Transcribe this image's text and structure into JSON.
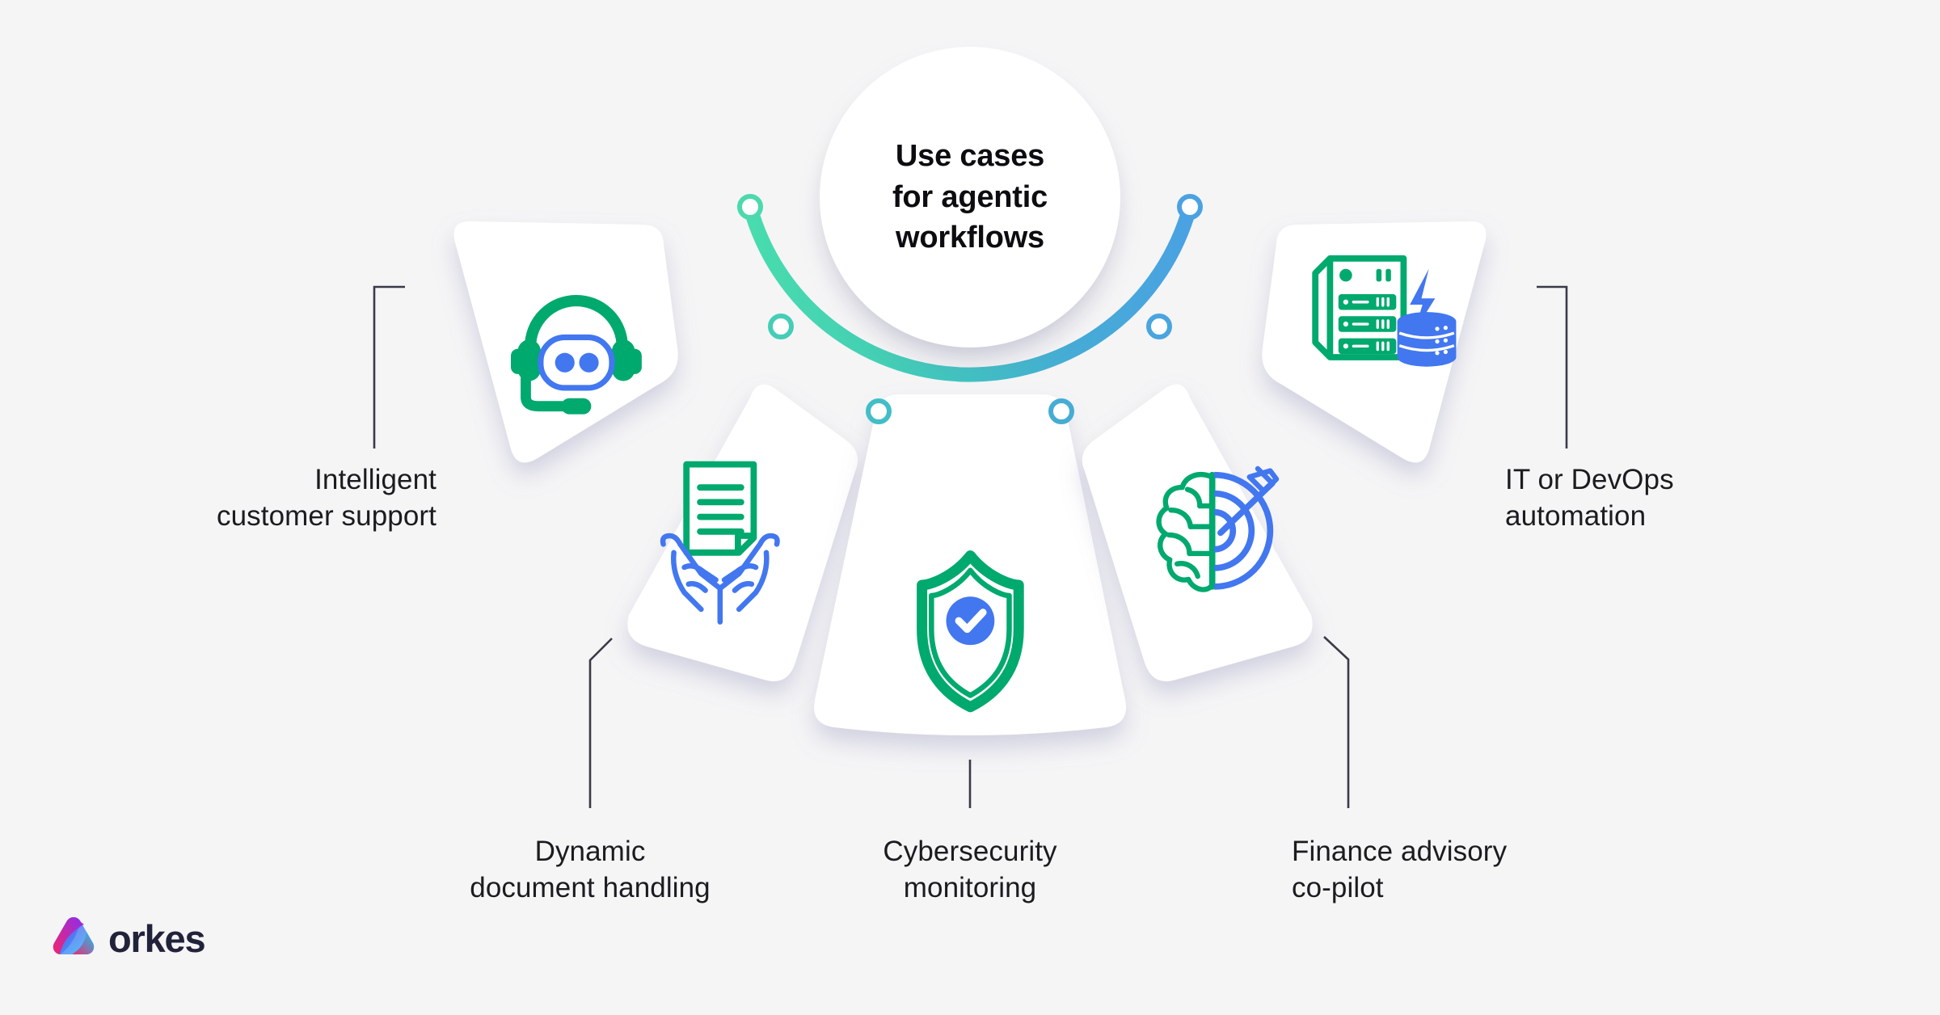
{
  "background_color": "#f5f5f6",
  "center": {
    "title": "Use cases\nfor agentic\nworkflows"
  },
  "arc": {
    "gradient_start_color": "#47d6ac",
    "gradient_end_color": "#4aa3e2",
    "node_count": 6,
    "node_fill": "#ffffff"
  },
  "palette": {
    "icon_green": "#00a96e",
    "icon_blue": "#4277f0",
    "connector_line": "#3a3a48",
    "card_white": "#ffffff"
  },
  "petals": [
    {
      "id": "intelligent-customer-support",
      "icon": "support-robot-headset-icon",
      "label": "Intelligent\ncustomer support",
      "label_align": "right"
    },
    {
      "id": "dynamic-document-handling",
      "icon": "document-in-hands-icon",
      "label": "Dynamic\ndocument handling",
      "label_align": "center"
    },
    {
      "id": "cybersecurity-monitoring",
      "icon": "shield-check-icon",
      "label": "Cybersecurity\nmonitoring",
      "label_align": "center"
    },
    {
      "id": "finance-advisory-co-pilot",
      "icon": "brain-target-arrow-icon",
      "label": "Finance advisory\nco-pilot",
      "label_align": "left"
    },
    {
      "id": "it-or-devops-automation",
      "icon": "server-database-bolt-icon",
      "label": "IT or DevOps\nautomation",
      "label_align": "left"
    }
  ],
  "logo": {
    "wordmark": "orkes",
    "mark_colors": [
      "#f5246a",
      "#8b2ef0",
      "#16c6f5"
    ]
  }
}
